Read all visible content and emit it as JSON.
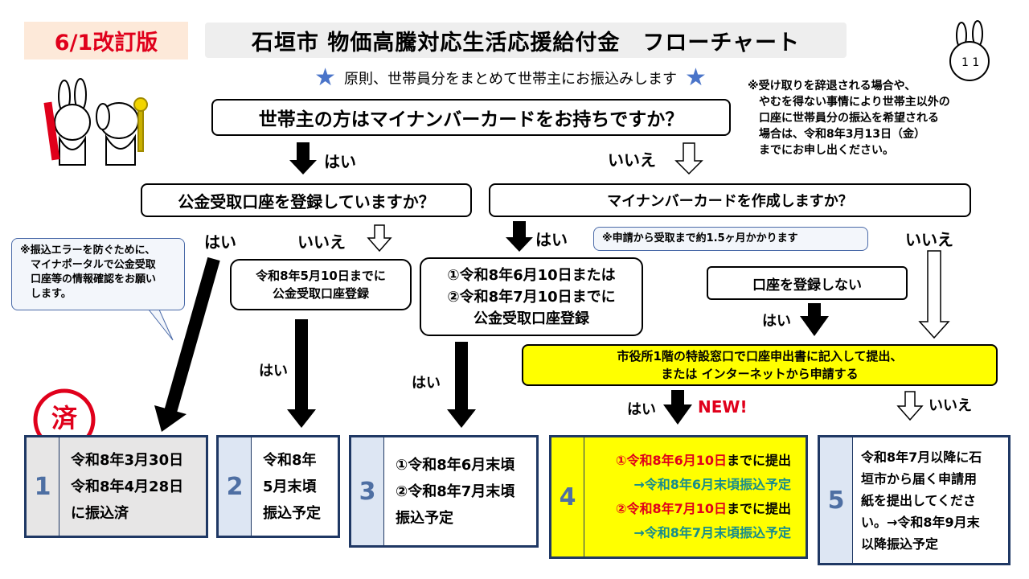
{
  "header": {
    "badge": "6/1改訂版",
    "title": "石垣市 物価高騰対応生活応援給付金　フローチャート",
    "principle": "原則、世帯員分をまとめて世帯主にお振込みします"
  },
  "notes": {
    "right": "※受け取りを辞退される場合や、\n　やむを得ない事情により世帯主以外の\n　口座に世帯員分の振込を希望される\n　場合は、令和8年3月13日（金）\n　までにお申し出ください。",
    "left": "※振込エラーを防ぐために、\n　マイナポータルで公金受取\n　口座等の情報確認をお願い\n　します。",
    "apply": "※申請から受取まで約1.5ヶ月かかります"
  },
  "questions": {
    "q1": "世帯主の方はマイナンバーカードをお持ちですか？",
    "q2": "公金受取口座を登録していますか？",
    "q3": "マイナンバーカードを作成しますか？"
  },
  "labels": {
    "yes": "はい",
    "no": "いいえ",
    "new": "NEW!",
    "done_stamp": "済"
  },
  "boxes": {
    "register_may": "令和8年5月10日までに\n公金受取口座登録",
    "register_junjul": "①令和8年6月10日または\n②令和8年7月10日までに\n公金受取口座登録",
    "no_register": "口座を登録しない",
    "counter": "市役所1階の特設窓口で口座申出書に記入して提出、\nまたは インターネットから申請する"
  },
  "outcomes": [
    {
      "num": "1",
      "lines": [
        "令和8年3月30日",
        "令和8年4月28日",
        "に振込済"
      ]
    },
    {
      "num": "2",
      "lines": [
        "令和8年",
        "5月末頃",
        "振込予定"
      ]
    },
    {
      "num": "3",
      "lines": [
        "①令和8年6月末頃",
        "②令和8年7月末頃",
        "振込予定"
      ]
    },
    {
      "num": "4",
      "l1a": "①",
      "l1b": "令和8年6月10日",
      "l1c": "までに提出",
      "l2": "→令和8年6月末頃振込予定",
      "l3a": "②",
      "l3b": "令和8年7月10日",
      "l3c": "までに提出",
      "l4": "→令和8年7月末頃振込予定"
    },
    {
      "num": "5",
      "lines": [
        "令和8年7月以降に石",
        "垣市から届く申請用",
        "紙を提出してくださ",
        "い。→令和8年9月末",
        "以降振込予定"
      ]
    }
  ],
  "colors": {
    "red": "#e0001b",
    "blue_star": "#4a74c9",
    "navy": "#1f3864",
    "yellow": "#ffff00",
    "teal": "#178c8c"
  }
}
